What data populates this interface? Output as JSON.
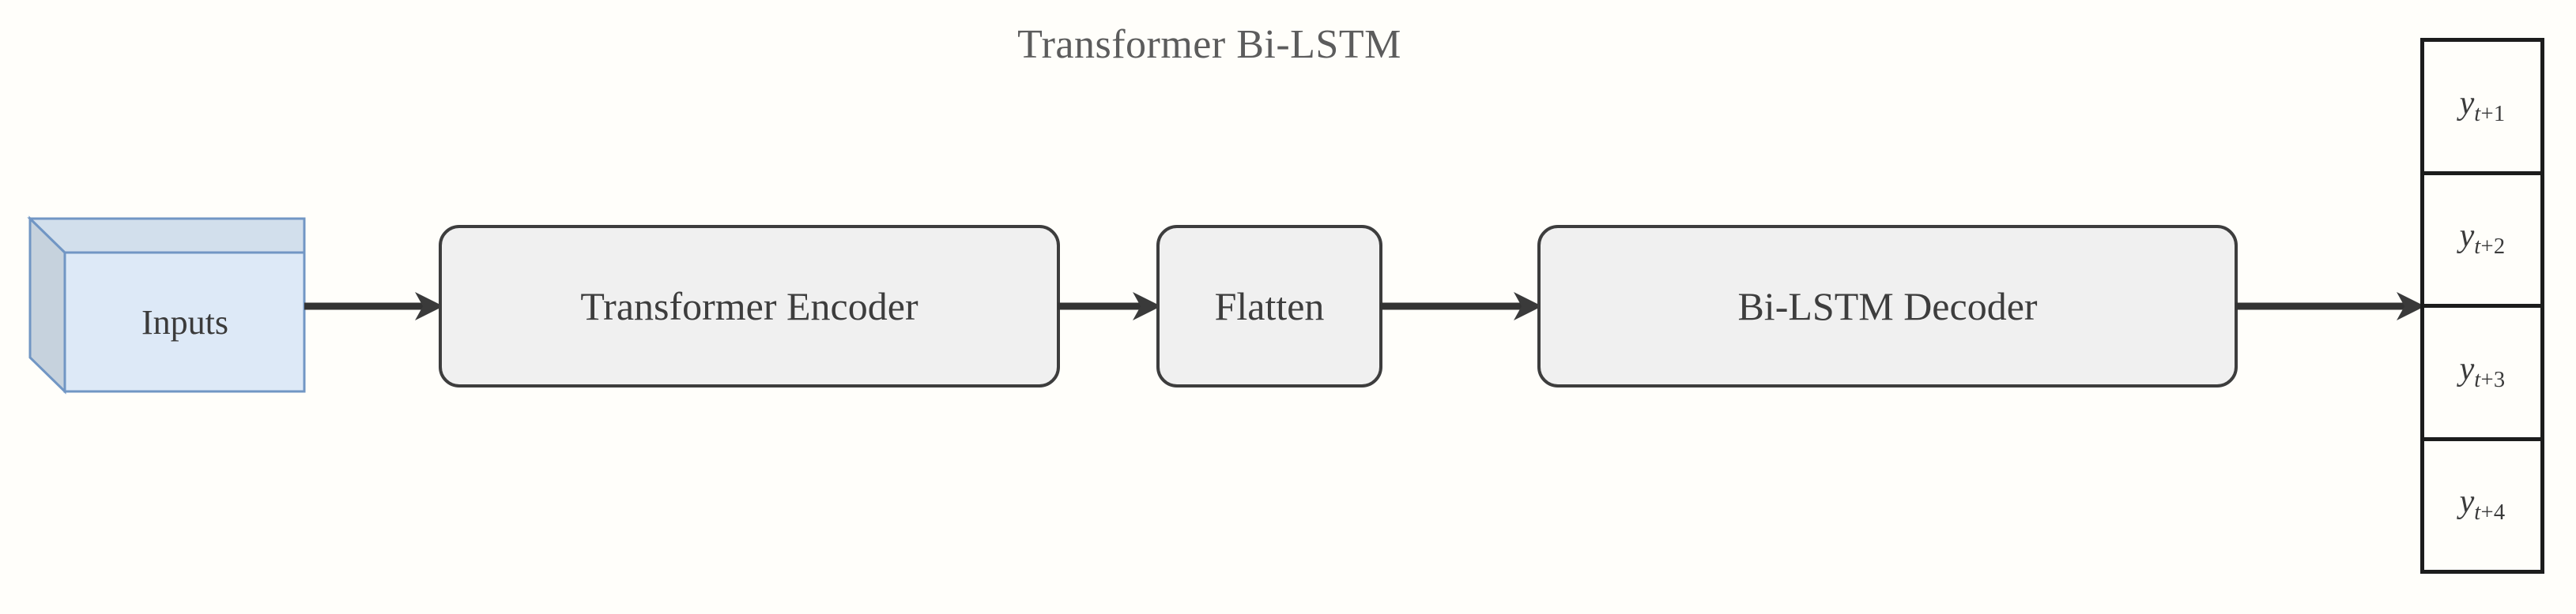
{
  "title": "Transformer Bi-LSTM",
  "colors": {
    "background": "#fffefa",
    "title_text": "#5c5c5c",
    "box_fill": "#f0f0f0",
    "box_border": "#3d3d3d",
    "box_text": "#3d3d3d",
    "arrow": "#333333",
    "cube_fill": "#dce9f7",
    "cube_top_fill": "#cfdcea",
    "cube_side_fill": "#c4d0db",
    "cube_border": "#7196c4",
    "output_border": "#1c1c1c",
    "output_fill": "#fffefa"
  },
  "nodes": {
    "inputs": {
      "label": "Inputs",
      "shape": "cube-3d"
    },
    "encoder": {
      "label": "Transformer Encoder",
      "shape": "rounded-rect"
    },
    "flatten": {
      "label": "Flatten",
      "shape": "rounded-rect"
    },
    "decoder": {
      "label": "Bi-LSTM Decoder",
      "shape": "rounded-rect"
    }
  },
  "edges": [
    {
      "name": "inputs-to-encoder",
      "from": "Inputs",
      "to": "Transformer Encoder"
    },
    {
      "name": "encoder-to-flatten",
      "from": "Transformer Encoder",
      "to": "Flatten"
    },
    {
      "name": "flatten-to-decoder",
      "from": "Flatten",
      "to": "Bi-LSTM Decoder"
    },
    {
      "name": "decoder-to-output",
      "from": "Bi-LSTM Decoder",
      "to": "Outputs"
    }
  ],
  "output_column": {
    "cells": [
      {
        "var": "y",
        "sub_base": "t",
        "sub_op": "+",
        "sub_num": "1",
        "text": "y t+1"
      },
      {
        "var": "y",
        "sub_base": "t",
        "sub_op": "+",
        "sub_num": "2",
        "text": "y t+2"
      },
      {
        "var": "y",
        "sub_base": "t",
        "sub_op": "+",
        "sub_num": "3",
        "text": "y t+3"
      },
      {
        "var": "y",
        "sub_base": "t",
        "sub_op": "+",
        "sub_num": "4",
        "text": "y t+4"
      }
    ]
  }
}
